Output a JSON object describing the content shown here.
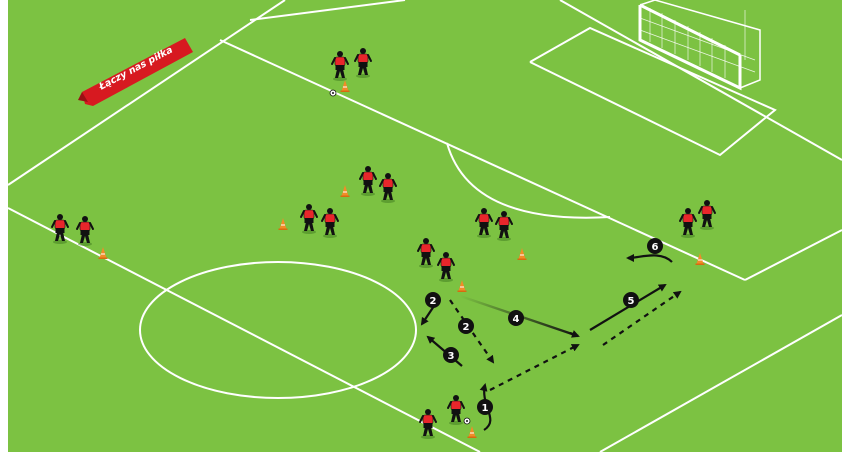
{
  "banner": {
    "text": "Łączy nas piłka"
  },
  "steps": [
    "1",
    "2",
    "2",
    "3",
    "4",
    "5",
    "6"
  ],
  "colors": {
    "pitch": "#7cc242",
    "lines": "#ffffff",
    "jersey": "#e8262b",
    "shorts": "#111111",
    "cone": "#f28c28",
    "banner": "#d71920",
    "marker": "#111111"
  },
  "icons": [
    "player-icon",
    "cone-icon",
    "ball-icon",
    "goal-icon",
    "step-marker-icon",
    "arrow-icon"
  ]
}
